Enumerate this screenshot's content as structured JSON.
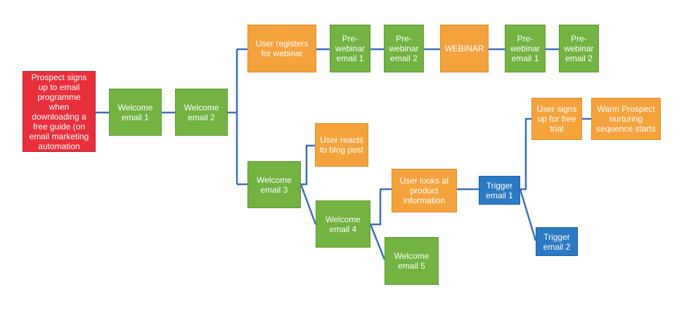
{
  "nodes": {
    "prospect": {
      "label": "Prospect signs\nup to email\nprogramme\nwhen\ndownloading a\nfree guide (on\nemail marketing\nautomation",
      "color": "#e8303a"
    },
    "welcome1": {
      "label": "Welcome\nemail 1",
      "color": "#72b342"
    },
    "welcome2": {
      "label": "Welcome\nemail 2",
      "color": "#72b342"
    },
    "registers": {
      "label": "User registers\nfor webinar",
      "color": "#f4a33c"
    },
    "prewebinar1": {
      "label": "Pre-\nwebinar\nemail 1",
      "color": "#72b342"
    },
    "prewebinar2": {
      "label": "Pre-\nwebinar\nemail 2",
      "color": "#72b342"
    },
    "webinar": {
      "label": "WEBINAR",
      "color": "#f4a33c"
    },
    "postwebinar1": {
      "label": "Pre-\nwebinar\nemail 1",
      "color": "#72b342"
    },
    "postwebinar2": {
      "label": "Pre-\nwebinar\nemail 2",
      "color": "#72b342"
    },
    "welcome3": {
      "label": "Welcome\nemail 3",
      "color": "#72b342"
    },
    "blogpost": {
      "label": "User reacts\nto blog post",
      "color": "#f4a33c"
    },
    "welcome4": {
      "label": "Welcome\nemail 4",
      "color": "#72b342"
    },
    "welcome5": {
      "label": "Welcome\nemail 5",
      "color": "#72b342"
    },
    "product": {
      "label": "User looks at\nproduct\ninformation",
      "color": "#f4a33c"
    },
    "trigger1": {
      "label": "Trigger\nemail 1",
      "color": "#2c79c4"
    },
    "trigger2": {
      "label": "Trigger\nemail 2",
      "color": "#2c79c4"
    },
    "freetrial": {
      "label": "User signs\nup for free\ntrial",
      "color": "#f4a33c"
    },
    "warm": {
      "label": "Warm Prospect\nnurturing\nsequence starts",
      "color": "#f4a33c"
    }
  },
  "connector_color": "#3a6fc1"
}
